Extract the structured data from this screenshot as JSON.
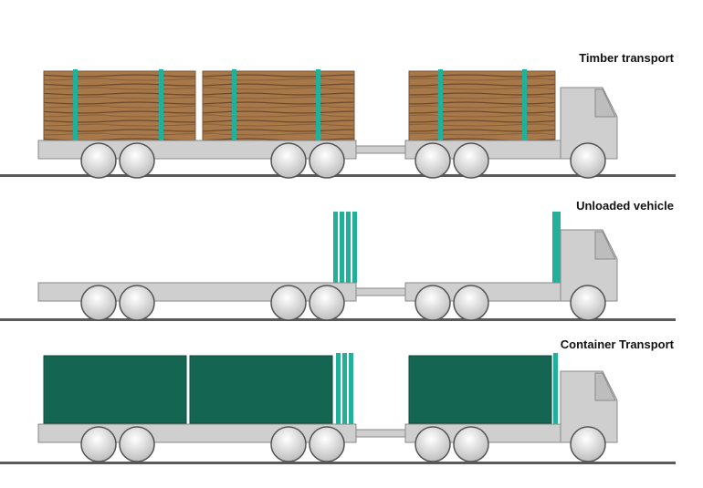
{
  "scenes": [
    {
      "label": "Timber transport",
      "cargo": "timber"
    },
    {
      "label": "Unloaded vehicle",
      "cargo": "none"
    },
    {
      "label": "Container Transport",
      "cargo": "container"
    }
  ],
  "colors": {
    "road": "#5a5a5a",
    "chassis": "#cfcfcf",
    "chassis_stroke": "#8a8a8a",
    "stake": "#22b09a",
    "container": "#146552",
    "wheel": "#eeeeee",
    "timber_light": "#a6784a",
    "timber_dark": "#6d4a2b"
  }
}
